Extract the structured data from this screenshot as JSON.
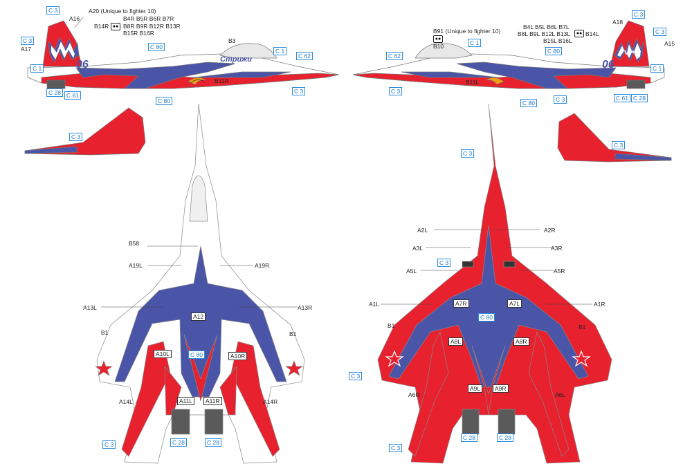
{
  "colors": {
    "red": "#e8212e",
    "blue": "#4a55a8",
    "white": "#ffffff",
    "grey": "#5a5a5a",
    "callout_blue": "#1a78c8"
  },
  "side_left": {
    "a20_note": "A20 (Unique to fighter 10)",
    "a16": "A16",
    "a17": "A17",
    "b14r": "B14R",
    "b_row1": "B4R  B5R  B6R  B7R",
    "b_row2": "B8R  B9R  B12R  B13R",
    "b_row3": "B15R  B16R",
    "b3": "B3",
    "b11r": "B11R",
    "number": "06",
    "logo_text": "Стрижи",
    "c3_top": "3",
    "c3_side": "3",
    "c80": "80",
    "c1_top": "1",
    "c62": "62",
    "c1_low": "1",
    "c28": "28",
    "c61": "61",
    "c80_low": "80",
    "c3_nose": "3"
  },
  "side_right": {
    "b91_note": "B91 (Unique to fighter 10)",
    "b10": "B10",
    "b_row1": "B4L  B5L  B6L  B7L",
    "b_row2": "B8L  B9L  B12L  B13L",
    "b14l": "B14L",
    "b_row3": "B15L  B16L",
    "a18": "A18",
    "a15": "A15",
    "b11l": "B11L",
    "number": "06",
    "c3_top": "3",
    "c3_side": "3",
    "c62": "62",
    "c1": "1",
    "c80": "80",
    "c1_right": "1",
    "c3_nose": "3",
    "c80_low": "80",
    "c3_low": "3",
    "c61": "61",
    "c28": "28"
  },
  "stab_left": {
    "c3": "3"
  },
  "stab_right": {
    "c3": "3"
  },
  "top_view": {
    "b58": "B58",
    "a19l": "A19L",
    "a19r": "A19R",
    "a13l": "A13L",
    "a13r": "A13R",
    "a12": "A12",
    "b1_left": "B1",
    "b1_right": "B1",
    "a10l": "A10L",
    "a10r": "A10R",
    "c80": "80",
    "a14l": "A14L",
    "a14r": "A14R",
    "a11l": "A11L",
    "a11r": "A11R",
    "c28_l": "28",
    "c28_r": "28",
    "c3": "3"
  },
  "bottom_view": {
    "c3_nose": "3",
    "a2l": "A2L",
    "a2r": "A2R",
    "a3l": "A3L",
    "a3r": "A3R",
    "a5l": "A5L",
    "a5r": "A5R",
    "c3_mid": "3",
    "a1l": "A1L",
    "a1r": "A1R",
    "a7r": "A7R",
    "a7l": "A7L",
    "c80": "80",
    "b1_left": "B1",
    "b1_right": "B1",
    "a8l": "A8L",
    "a8r": "A8R",
    "c3_wing": "3",
    "a6r": "A6R",
    "a6l": "A6L",
    "a9l": "A9L",
    "a9r": "A9R",
    "c28_l": "28",
    "c28_r": "28",
    "c3_tail": "3"
  },
  "callout_prefix": "C"
}
